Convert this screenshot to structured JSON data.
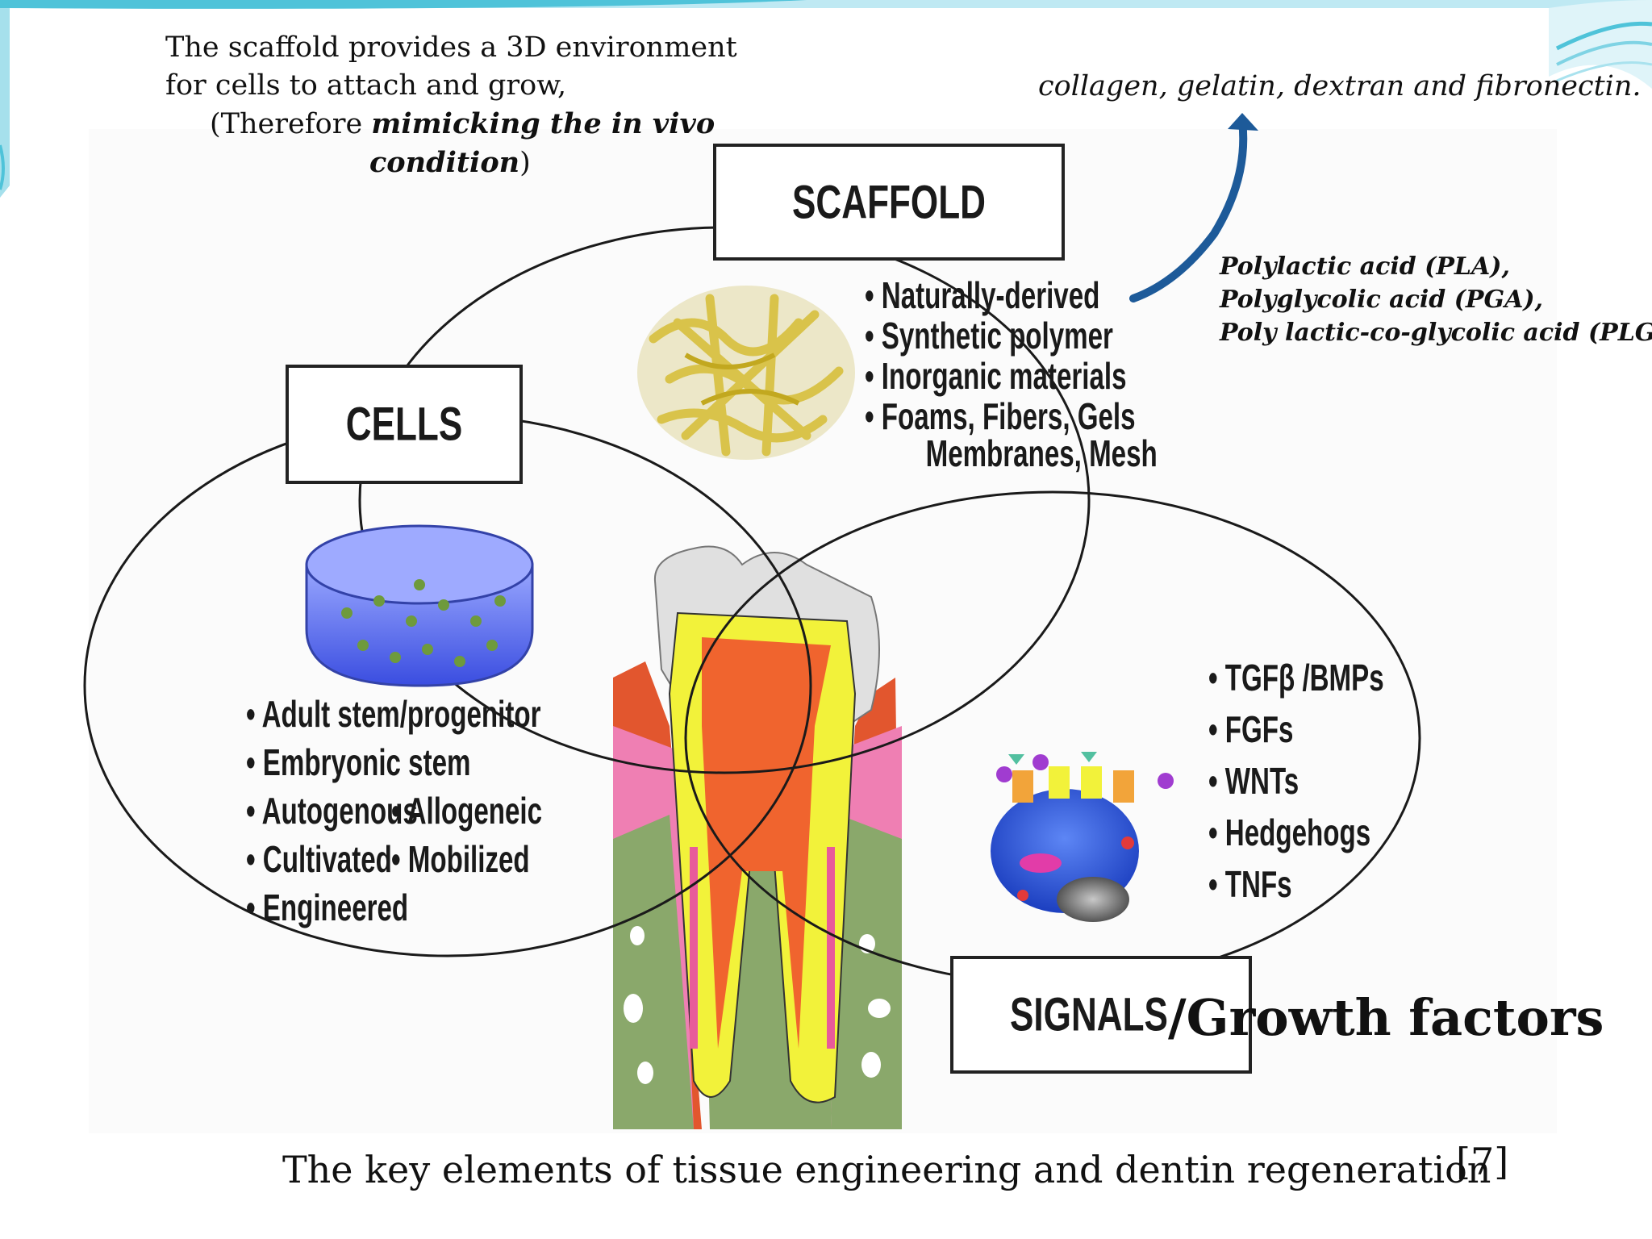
{
  "notes": {
    "scaffold_line1": "The scaffold provides a 3D environment",
    "scaffold_line2": "for cells to attach and grow,",
    "scaffold_line3_prefix": "(Therefore ",
    "scaffold_line3_emph": "mimicking the in vivo",
    "scaffold_line4_emph": "condition",
    "scaffold_line4_suffix": ")",
    "natural_materials": "collagen, gelatin, dextran and fibronectin.",
    "synthetic_1": "Polylactic acid (PLA),",
    "synthetic_2": "Polyglycolic acid (PGA),",
    "synthetic_3": "Poly lactic-co-glycolic acid (PLGA"
  },
  "scaffold": {
    "label": "SCAFFOLD",
    "items": [
      "• Naturally-derived",
      "• Synthetic polymer",
      "• Inorganic materials",
      "• Foams, Fibers, Gels",
      "Membranes, Mesh"
    ]
  },
  "cells": {
    "label": "CELLS",
    "items": [
      "• Adult stem/progenitor",
      "• Embryonic stem",
      "• Autogenous",
      "• Allogeneic",
      "• Cultivated",
      "• Mobilized",
      "• Engineered"
    ]
  },
  "signals": {
    "label": "SIGNALS",
    "label_suffix": "/Growth factors",
    "items": [
      "• TGFβ /BMPs",
      "• FGFs",
      "• WNTs",
      "• Hedgehogs",
      "• TNFs"
    ]
  },
  "caption": "The key elements of tissue engineering and dentin regeneration",
  "citation": "[7]",
  "colors": {
    "arrow": "#1d5a99",
    "accent_teal": "#4fc3d9",
    "scaffold_mesh": "#d9c34a",
    "tooth_yellow": "#f2f23a",
    "gum_pink": "#ef7fb3",
    "bone_green": "#8aa86b",
    "cell_blue": "#2d5be3"
  },
  "icons": [
    "scaffold-mesh-icon",
    "petri-dish-icon",
    "tooth-illustration",
    "signaling-cell-icon",
    "curved-arrow-icon"
  ]
}
